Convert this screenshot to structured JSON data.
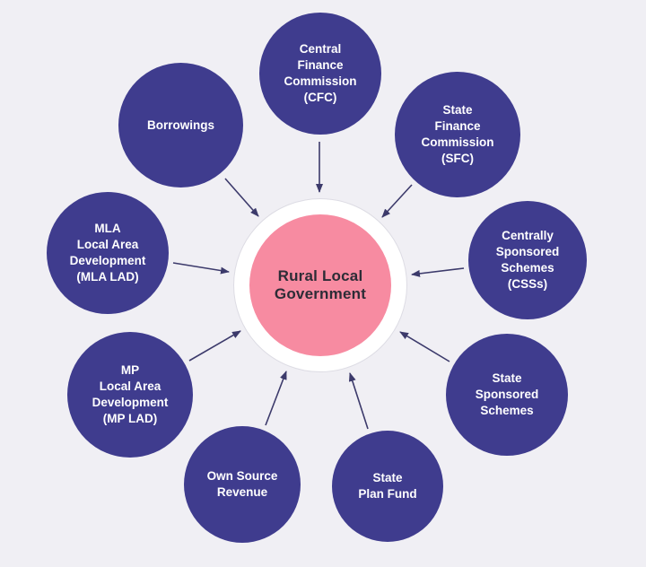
{
  "diagram": {
    "type": "hub-and-spoke",
    "description": "Sources of funds flowing to Rural Local Government"
  },
  "center": {
    "label": "Rural Local\nGovernment"
  },
  "nodes": [
    {
      "id": "central-finance-commission",
      "label": "Central\nFinance\nCommission\n(CFC)"
    },
    {
      "id": "state-finance-commission",
      "label": "State\nFinance\nCommission\n(SFC)"
    },
    {
      "id": "centrally-sponsored-schemes",
      "label": "Centrally\nSponsored\nSchemes\n(CSSs)"
    },
    {
      "id": "state-sponsored-schemes",
      "label": "State\nSponsored\nSchemes"
    },
    {
      "id": "state-plan-fund",
      "label": "State\nPlan Fund"
    },
    {
      "id": "own-source-revenue",
      "label": "Own Source\nRevenue"
    },
    {
      "id": "mp-local-area-development",
      "label": "MP\nLocal Area\nDevelopment\n(MP LAD)"
    },
    {
      "id": "mla-local-area-development",
      "label": "MLA\nLocal Area\nDevelopment\n(MLA LAD)"
    },
    {
      "id": "borrowings",
      "label": "Borrowings"
    }
  ],
  "colors": {
    "background": "#f0eff4",
    "node": "#3f3c8e",
    "node_text": "#ffffff",
    "center": "#f78ba1",
    "center_text": "#2d2c36",
    "arrow": "#3c3a6b"
  }
}
